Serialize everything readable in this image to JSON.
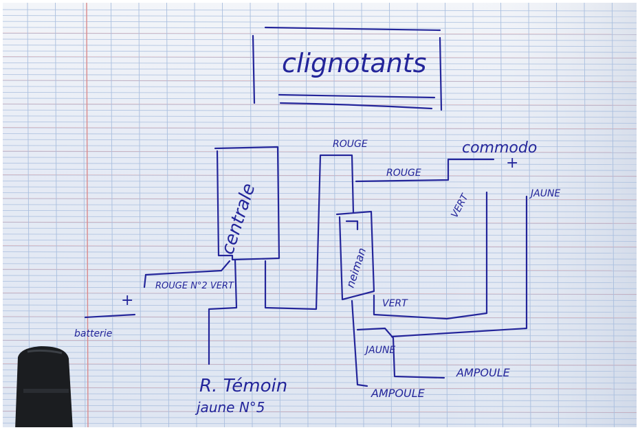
{
  "labels": {
    "title": "clignotants",
    "centrale": "centrale",
    "neiman": "neiman",
    "rouge_top": "ROUGE",
    "rouge_mid": "ROUGE",
    "commodo": "commodo",
    "vert_right": "VERT",
    "jaune_right": "JAUNE",
    "rouge_vert_n2": "ROUGE N°2 VERT",
    "vert_low": "VERT",
    "jaune_low": "JAUNE",
    "ampoule_1": "AMPOULE",
    "ampoule_2": "AMPOULE",
    "plus_right": "+",
    "plus_left": "+",
    "batterie": "batterie",
    "r_temoin": "R. Témoin",
    "jaune_n5": "jaune N°5"
  },
  "colors": {
    "ink": "#23259a",
    "paper": "#e9edf6",
    "grid_blue": "#a9bede",
    "margin_red": "#d98a8c",
    "object_dark": "#1b1d20"
  }
}
